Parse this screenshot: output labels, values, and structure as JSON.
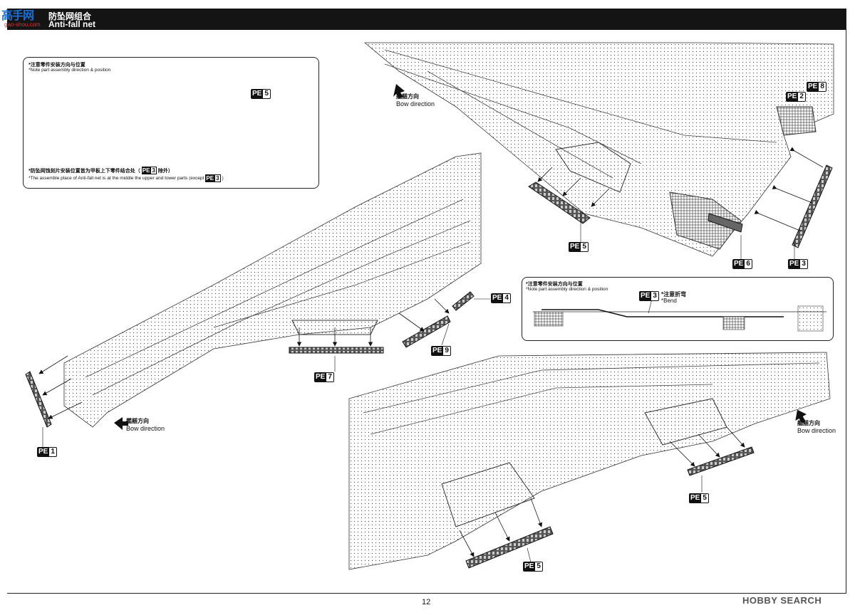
{
  "header": {
    "logo_text": "高手网",
    "logo_sub": "gao-shou.com",
    "title_cn": "防坠网组合",
    "title_en": "Anti-fall net"
  },
  "note_box_1": {
    "title_cn": "*注意零件安装方向与位置",
    "title_en": "*Note part assembly direction & position",
    "footer_cn_a": "*防坠网蚀刻片安装位置皆为甲板上下零件结合处（",
    "footer_cn_b": "除外）",
    "footer_en_a": "*The assemble place of Anti-fall net is at the middle the upper and tower parts (except",
    "footer_en_b": ")",
    "pe_label": "5",
    "pe_inline": "3"
  },
  "note_box_2": {
    "title_cn": "*注意零件安装方向与位置",
    "title_en": "*Note part assembly direction & position",
    "bend_cn": "*注意折弯",
    "bend_en": "*Bend",
    "pe_label": "3"
  },
  "pe_prefix": "PE",
  "labels": {
    "pe1": "1",
    "pe2": "2",
    "pe3": "3",
    "pe4": "4",
    "pe5a": "5",
    "pe5b": "5",
    "pe5c": "5",
    "pe6": "6",
    "pe7": "7",
    "pe8": "8",
    "pe9": "9"
  },
  "bow": {
    "cn": "艦艏方向",
    "en": "Bow direction"
  },
  "page_number": "12",
  "watermark": "HOBBY SEARCH"
}
